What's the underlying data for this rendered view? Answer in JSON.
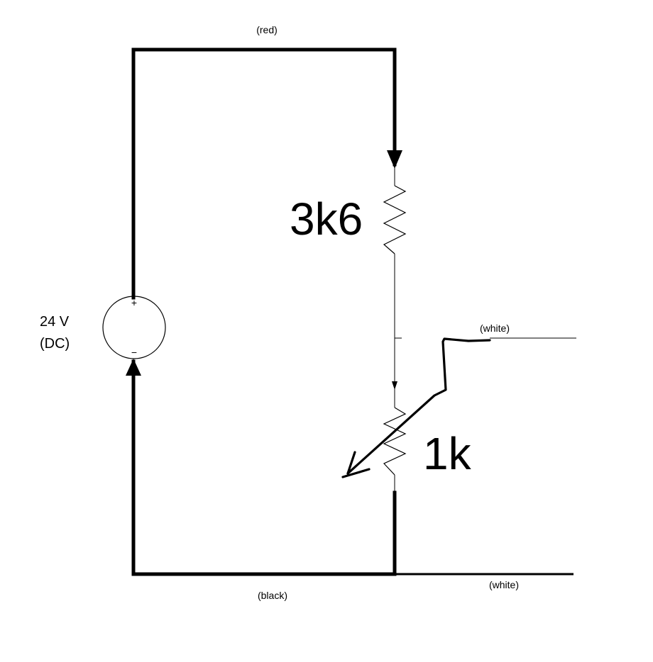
{
  "source": {
    "voltage": "24 V",
    "type": "(DC)",
    "plus": "+",
    "minus": "−"
  },
  "wires": {
    "top": "(red)",
    "bottom": "(black)",
    "wiper_out": "(white)",
    "bottom_out": "(white)"
  },
  "resistors": {
    "fixed": "3k6",
    "variable": "1k"
  },
  "colors": {
    "line": "#000000",
    "background": "#ffffff"
  }
}
